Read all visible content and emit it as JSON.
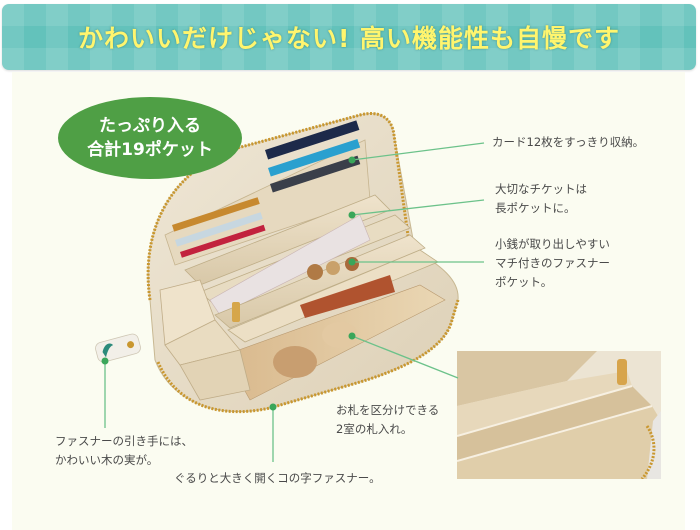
{
  "header": {
    "title": "かわいいだけじゃない! 高い機能性も自慢です"
  },
  "badge": {
    "line1": "たっぷり入る",
    "line2": "合計19ポケット"
  },
  "callouts": [
    {
      "id": "cards",
      "lines": [
        "カード12枚をすっきり収納。"
      ]
    },
    {
      "id": "long-pocket",
      "lines": [
        "大切なチケットは",
        "長ポケットに。"
      ]
    },
    {
      "id": "coin-pocket",
      "lines": [
        "小銭が取り出しやすい",
        "マチ付きのファスナー",
        "ポケット。"
      ]
    },
    {
      "id": "bill-compartments",
      "lines": [
        "お札を区分けできる",
        "2室の札入れ。"
      ]
    },
    {
      "id": "zipper-pull",
      "lines": [
        "ファスナーの引き手には、",
        "かわいい木の実が。"
      ]
    },
    {
      "id": "zipper",
      "lines": [
        "ぐるりと大きく開くコの字ファスナー。"
      ]
    }
  ],
  "colors": {
    "banner": "#63c2bb",
    "banner_text": "#fff56e",
    "badge": "#4f9f45",
    "callout_line": "#6cc28a",
    "callout_dot": "#3aa65a",
    "panel": "#fbfcf1",
    "text": "#4a4a4a"
  }
}
